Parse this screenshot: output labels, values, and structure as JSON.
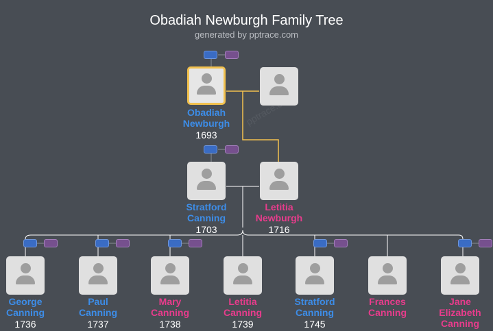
{
  "header": {
    "title": "Obadiah Newburgh Family Tree",
    "subtitle": "generated by pptrace.com",
    "watermark": "pptrace.com"
  },
  "people": {
    "obadiah": {
      "first": "Obadiah",
      "last": "Newburgh",
      "year": "1693"
    },
    "spouse": {
      "first": "",
      "last": "",
      "year": ""
    },
    "stratford_sr": {
      "first": "Stratford",
      "last": "Canning",
      "year": "1703"
    },
    "letitia_n": {
      "first": "Letitia",
      "last": "Newburgh",
      "year": "1716"
    },
    "george": {
      "first": "George",
      "last": "Canning",
      "year": "1736"
    },
    "paul": {
      "first": "Paul",
      "last": "Canning",
      "year": "1737"
    },
    "mary": {
      "first": "Mary",
      "last": "Canning",
      "year": "1738"
    },
    "letitia_c": {
      "first": "Letitia",
      "last": "Canning",
      "year": "1739"
    },
    "stratford_jr": {
      "first": "Stratford",
      "last": "Canning",
      "year": "1745"
    },
    "frances": {
      "first": "Frances",
      "last": "Canning",
      "year": ""
    },
    "jane": {
      "first": "Jane",
      "last": "Elizabeth",
      "last2": "Canning",
      "year": ""
    }
  },
  "colors": {
    "male": "#3d8de8",
    "female": "#e83c8c",
    "highlight": "#f2c14e",
    "background": "#484d54"
  }
}
